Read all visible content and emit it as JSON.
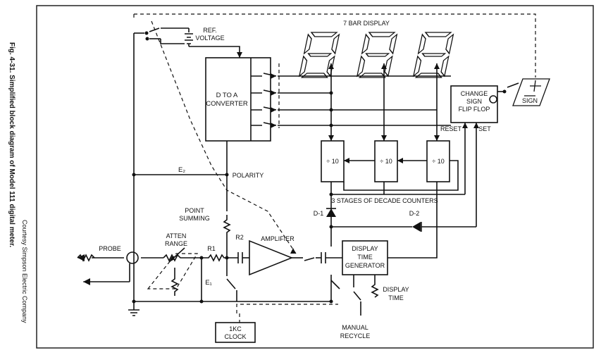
{
  "caption": "Fig. 4-31. Simplified block diagram of Model 111 digital meter.",
  "credit": "Courtesy Simpson Electric Company",
  "labels": {
    "seven_bar_display": "7 BAR DISPLAY",
    "ref_voltage_1": "REF.",
    "ref_voltage_2": "VOLTAGE",
    "d_to_a_1": "D TO A",
    "d_to_a_2": "CONVERTER",
    "change_sign_1": "CHANGE",
    "change_sign_2": "SIGN",
    "change_sign_3": "FLIP FLOP",
    "sign": "SIGN",
    "reset": "RESET",
    "set": "SET",
    "e2": "E₂",
    "polarity": "POLARITY",
    "divider": "÷ 10",
    "decade_counters": "3 STAGES OF DECADE COUNTERS",
    "d1": "D-1",
    "d2": "D-2",
    "point_1": "POINT",
    "point_2": "SUMMING",
    "r2": "R2",
    "r1": "R1",
    "amplifier": "AMPLIFIER",
    "atten_1": "ATTEN",
    "atten_2": "RANGE",
    "probe": "PROBE",
    "e1": "E₁",
    "display_time_gen_1": "DISPLAY",
    "display_time_gen_2": "TIME",
    "display_time_gen_3": "GENERATOR",
    "display_time_1": "DISPLAY",
    "display_time_2": "TIME",
    "clock_1": "1KC",
    "clock_2": "CLOCK",
    "manual_1": "MANUAL",
    "manual_2": "RECYCLE"
  }
}
